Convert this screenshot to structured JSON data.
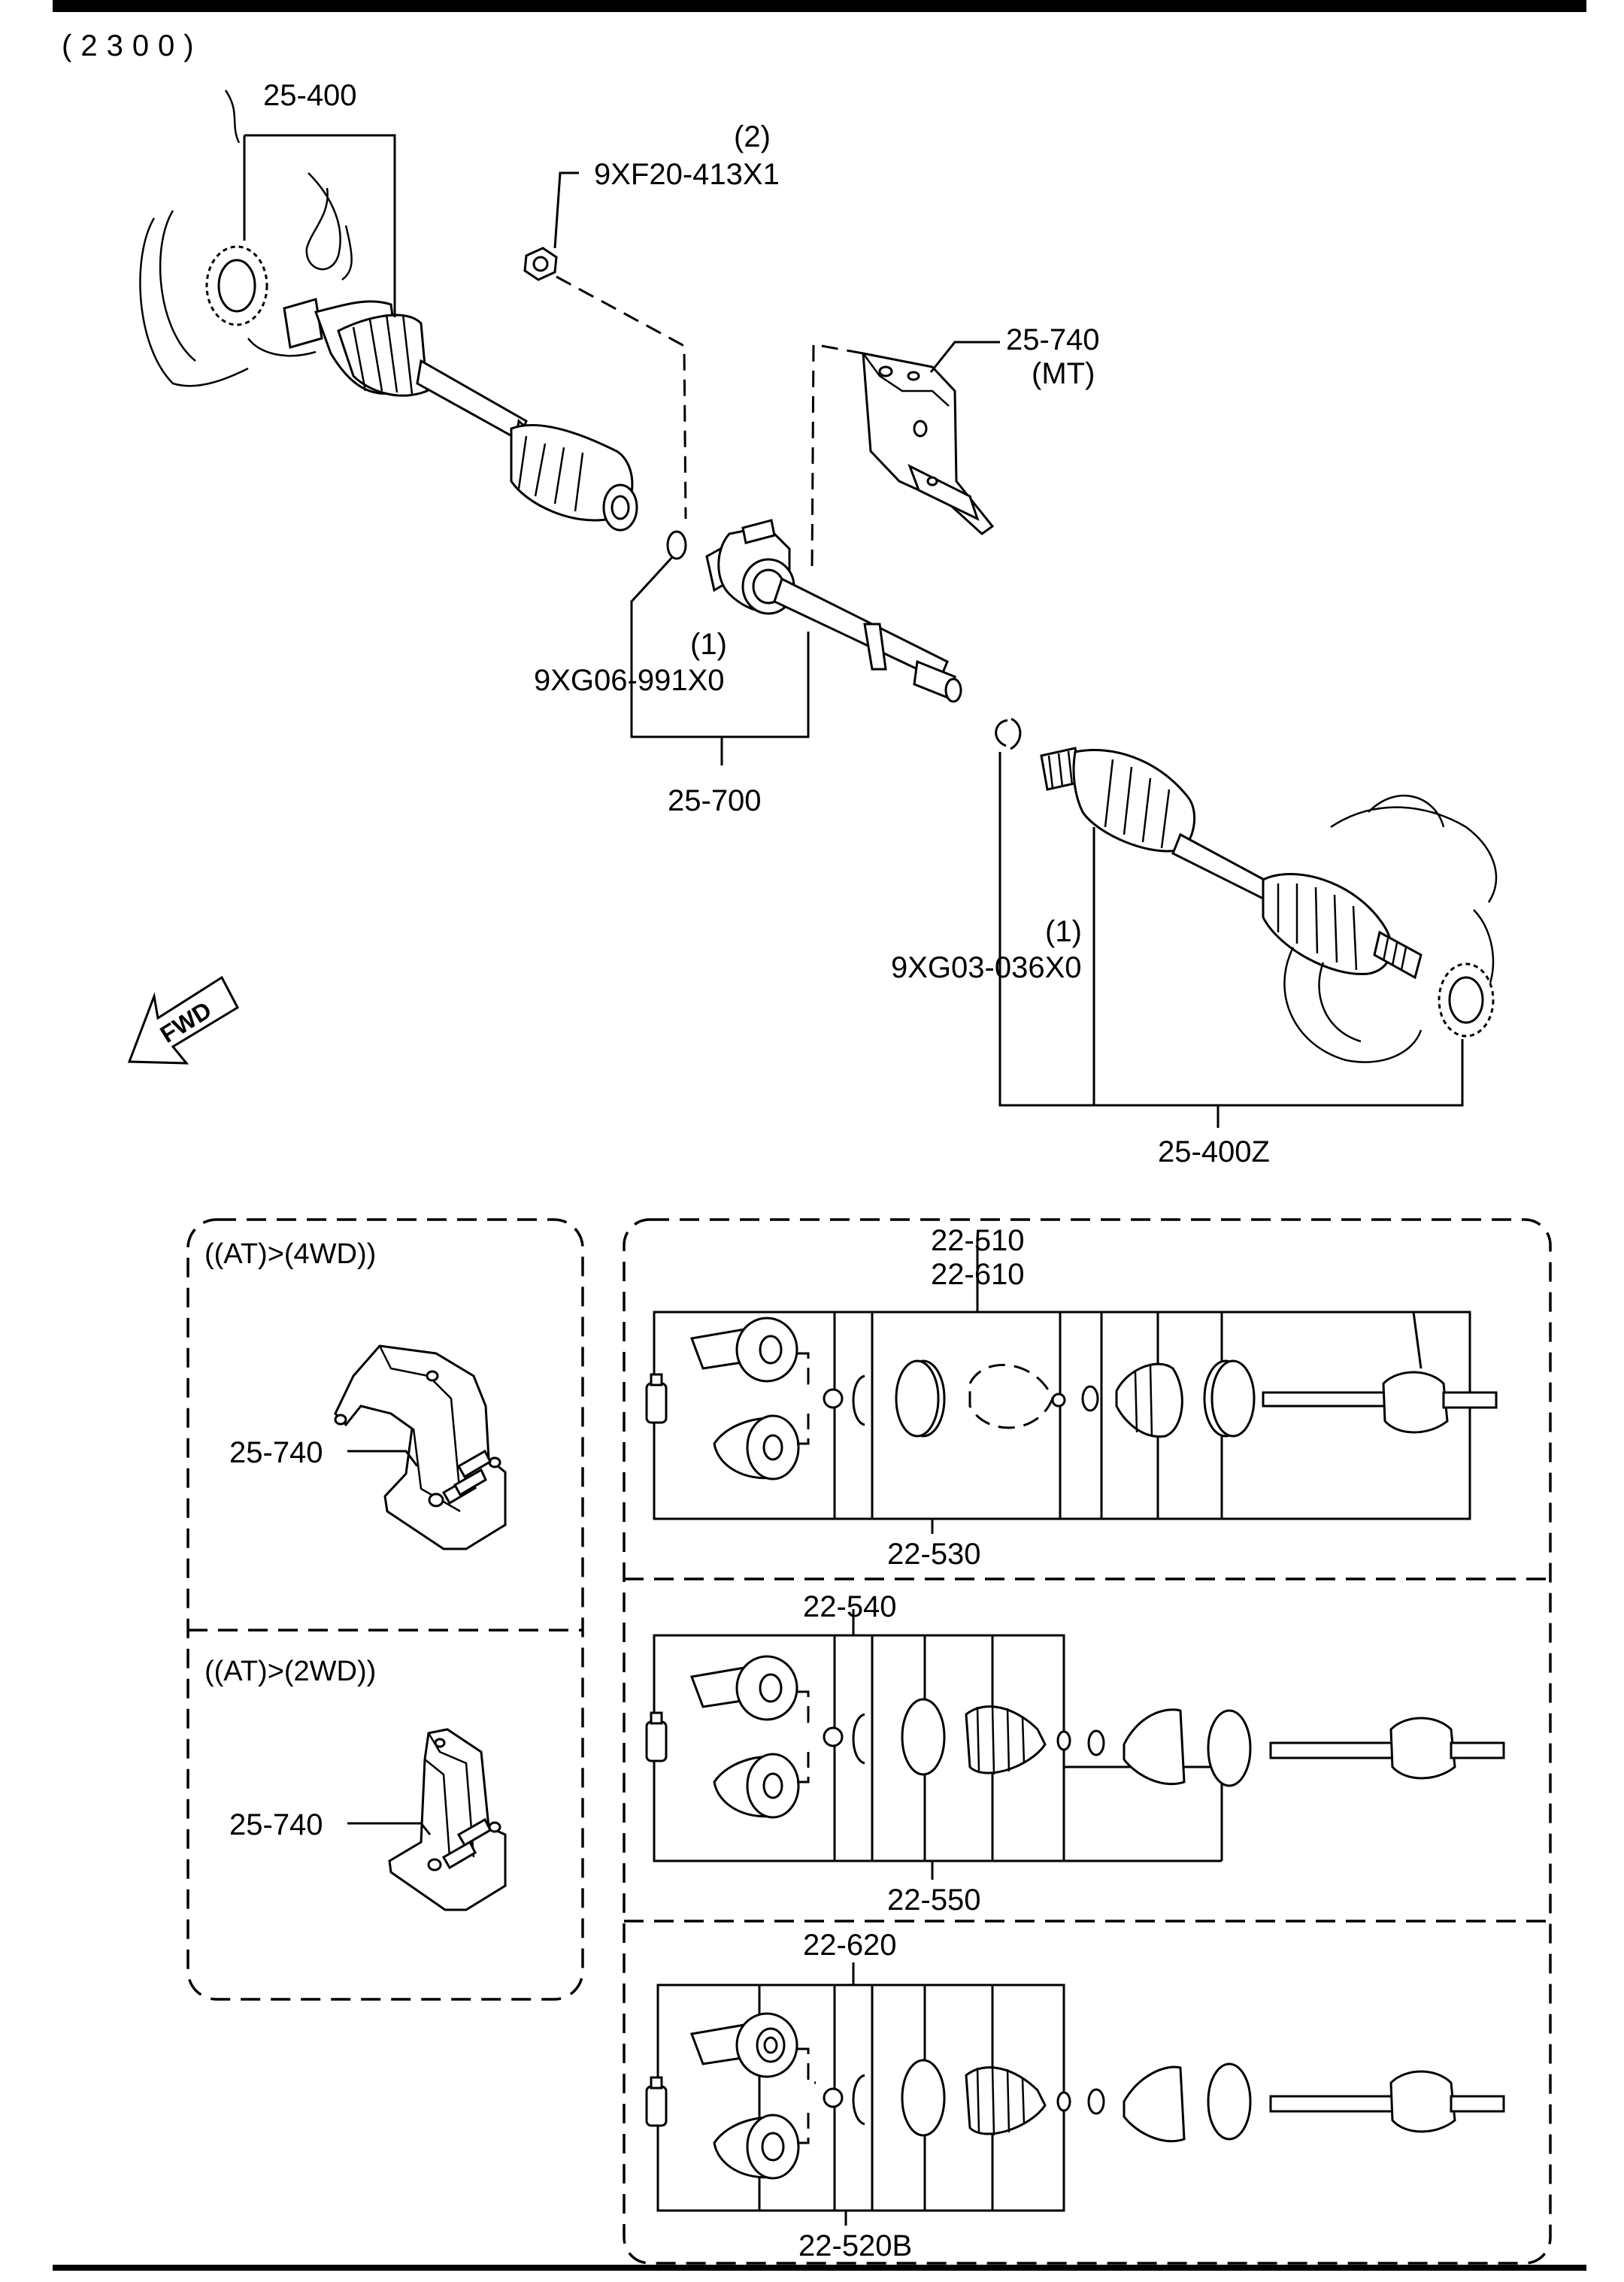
{
  "header": {
    "code": "(2300)"
  },
  "fwd_arrow": {
    "text": "FWD"
  },
  "upper_callouts": {
    "shaft_left": "25-400",
    "nut_qty": "(2)",
    "nut": "9XF20-413X1",
    "bracket_mt": "25-740",
    "bracket_mt_note": "(MT)",
    "joint_shaft_qty": "(1)",
    "joint_shaft_part": "9XG06-991X0",
    "joint_shaft": "25-700",
    "clip_qty": "(1)",
    "clip": "9XG03-036X0",
    "shaft_right": "25-400Z"
  },
  "left_panel": {
    "section_4wd": {
      "title": "((AT)>(4WD))",
      "part": "25-740"
    },
    "section_2wd": {
      "title": "((AT)>(2WD))",
      "part": "25-740"
    }
  },
  "right_panel": {
    "kit_a": {
      "top_label_1": "22-510",
      "top_label_2": "22-610",
      "bottom_label": "22-530"
    },
    "kit_b": {
      "top_label": "22-540",
      "bottom_label": "22-550"
    },
    "kit_c": {
      "top_label": "22-620",
      "bottom_label": "22-520B"
    }
  }
}
